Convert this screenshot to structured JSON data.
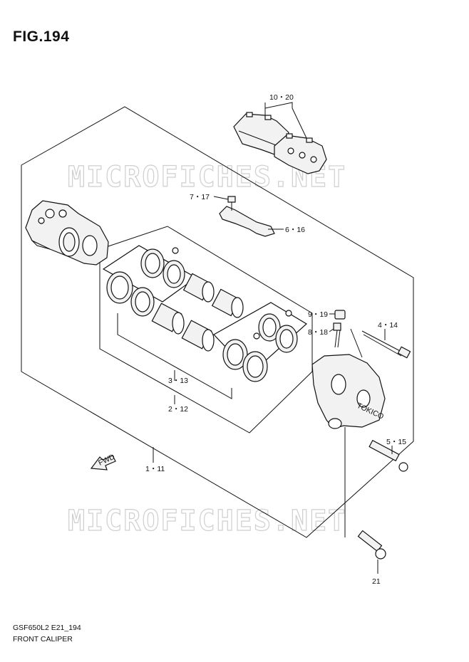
{
  "figure": {
    "title": "FIG.194",
    "model_code": "GSF650L2 E21_194",
    "name": "FRONT CALIPER"
  },
  "watermark": "MICROFICHES.NET",
  "fwd_label": "FWD",
  "brand_mark": "TOKICO",
  "callouts": {
    "pads": "10・20",
    "screw": "7・17",
    "pad_spring": "6・16",
    "cap": "9・19",
    "bleeder": "8・18",
    "pin": "4・14",
    "piston": "3・13",
    "seal_kit": "2・12",
    "caliper_assy": "1・11",
    "bolt_upper": "5・15",
    "bolt_lower": "21"
  }
}
